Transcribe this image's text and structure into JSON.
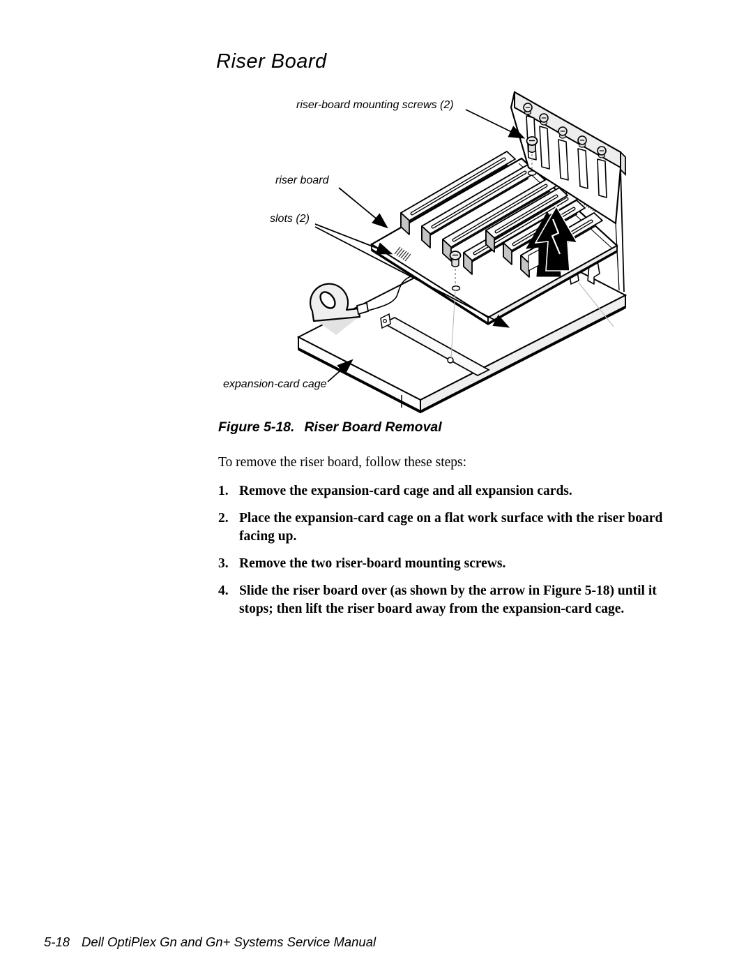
{
  "page": {
    "heading": "Riser Board",
    "figure": {
      "caption_prefix": "Figure 5-18.",
      "caption_title": "Riser Board Removal",
      "labels": {
        "mounting_screws": "riser-board mounting screws (2)",
        "riser_board": "riser board",
        "slots": "slots (2)",
        "cage": "expansion-card cage"
      }
    },
    "intro": "To remove the riser board, follow these steps:",
    "steps": [
      {
        "num": "1.",
        "text": "Remove the expansion-card cage and all expansion cards."
      },
      {
        "num": "2.",
        "text": "Place the expansion-card cage on a flat work surface with the riser board facing up."
      },
      {
        "num": "3.",
        "text": "Remove the two riser-board mounting screws."
      },
      {
        "num": "4.",
        "text": "Slide the riser board over (as shown by the arrow in Figure 5-18) until it stops; then lift the riser board away from the expansion-card cage."
      }
    ],
    "footer": {
      "page_number": "5-18",
      "title": "Dell OptiPlex Gn and Gn+ Systems Service Manual"
    }
  }
}
